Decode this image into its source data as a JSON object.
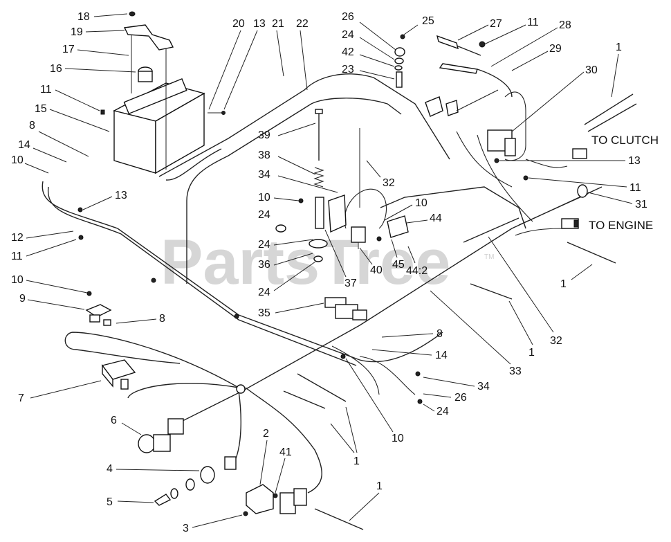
{
  "watermark": {
    "text": "PartsTree",
    "tm": "TM"
  },
  "notes": {
    "to_clutch": "TO CLUTCH",
    "to_engine": "TO ENGINE"
  },
  "callouts": [
    "1",
    "2",
    "3",
    "4",
    "5",
    "6",
    "7",
    "8",
    "9",
    "10",
    "11",
    "12",
    "13",
    "14",
    "15",
    "16",
    "17",
    "18",
    "19",
    "20",
    "21",
    "22",
    "23",
    "24",
    "25",
    "26",
    "27",
    "28",
    "29",
    "30",
    "31",
    "32",
    "33",
    "34",
    "35",
    "36",
    "37",
    "38",
    "39",
    "40",
    "41",
    "42",
    "44",
    "44:2",
    "45"
  ]
}
